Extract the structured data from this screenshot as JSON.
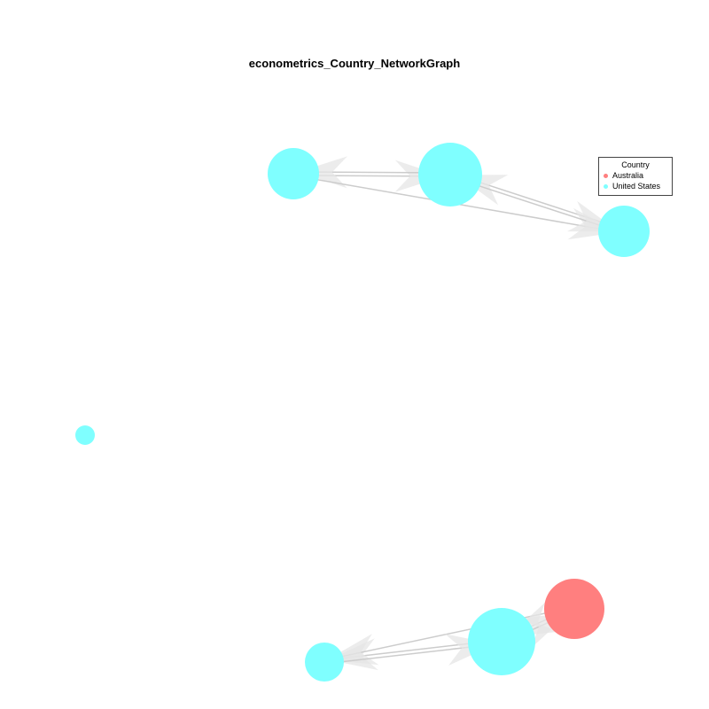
{
  "title": "econometrics_Country_NetworkGraph",
  "legend": {
    "title": "Country",
    "items": [
      {
        "label": "Australia",
        "color": "#ff7f7f"
      },
      {
        "label": "United States",
        "color": "#7fffff"
      }
    ]
  },
  "graph": {
    "nodes": [
      {
        "id": "n1",
        "country": "United States"
      },
      {
        "id": "n2",
        "country": "United States"
      },
      {
        "id": "n3",
        "country": "United States"
      },
      {
        "id": "n4",
        "country": "United States"
      },
      {
        "id": "n5",
        "country": "Australia"
      },
      {
        "id": "n6",
        "country": "United States"
      },
      {
        "id": "n7",
        "country": "United States"
      }
    ],
    "edges": [
      {
        "from": "n2",
        "to": "n1"
      },
      {
        "from": "n3",
        "to": "n1"
      },
      {
        "from": "n1",
        "to": "n2"
      },
      {
        "from": "n2",
        "to": "n3"
      },
      {
        "from": "n1",
        "to": "n3"
      },
      {
        "from": "n6",
        "to": "n7"
      },
      {
        "from": "n5",
        "to": "n7"
      },
      {
        "from": "n7",
        "to": "n6"
      },
      {
        "from": "n5",
        "to": "n6"
      },
      {
        "from": "n6",
        "to": "n5"
      }
    ]
  },
  "colors": {
    "australia": "#ff7f7f",
    "united_states": "#7fffff",
    "edge": "#cccccc",
    "arrow": "#e6e6e6"
  }
}
